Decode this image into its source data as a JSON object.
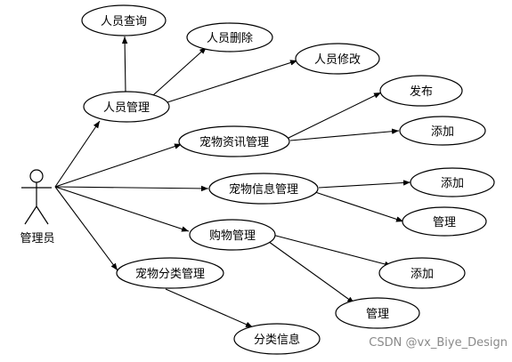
{
  "actor": {
    "label": "管理员"
  },
  "use_cases": {
    "person_mgmt": "人员管理",
    "person_query": "人员查询",
    "person_delete": "人员删除",
    "person_modify": "人员修改",
    "pet_news_mgmt": "宠物资讯管理",
    "news_publish": "发布",
    "news_add": "添加",
    "pet_info_mgmt": "宠物信息管理",
    "info_add": "添加",
    "info_manage": "管理",
    "shopping_mgmt": "购物管理",
    "shop_add": "添加",
    "shop_manage": "管理",
    "pet_category_mgmt": "宠物分类管理",
    "category_info": "分类信息"
  },
  "watermark": "CSDN @vx_Biye_Design"
}
